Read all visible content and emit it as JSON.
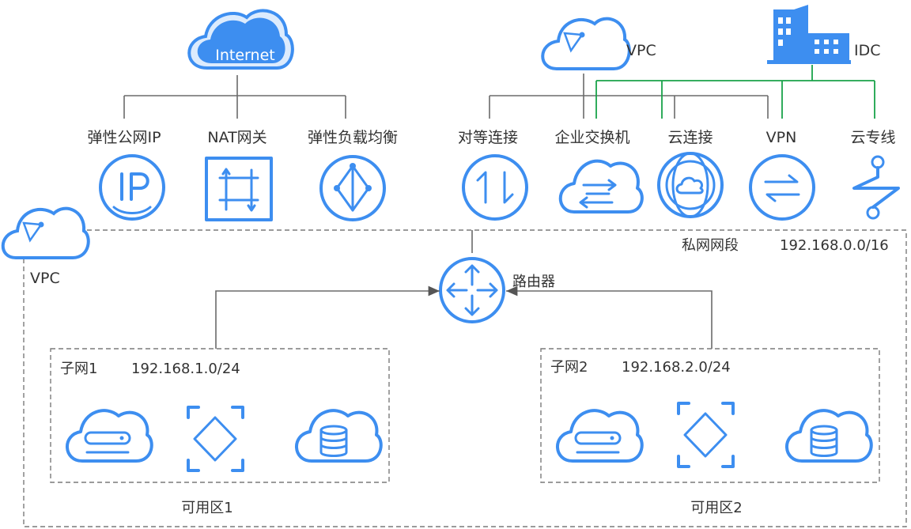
{
  "top": {
    "internet": "Internet",
    "vpc_top": "VPC",
    "idc": "IDC"
  },
  "services": {
    "eip": "弹性公网IP",
    "nat": "NAT网关",
    "elb": "弹性负载均衡",
    "peering": "对等连接",
    "er": "企业交换机",
    "cc": "云连接",
    "vpn": "VPN",
    "dc": "云专线"
  },
  "vpc": {
    "label": "VPC",
    "private_label": "私网网段",
    "private_cidr": "192.168.0.0/16",
    "router": "路由器"
  },
  "subnets": [
    {
      "name": "子网1",
      "cidr": "192.168.1.0/24",
      "az": "可用区1"
    },
    {
      "name": "子网2",
      "cidr": "192.168.2.0/24",
      "az": "可用区2"
    }
  ],
  "icons": [
    "internet-cloud-icon",
    "vpc-cloud-icon",
    "idc-building-icon",
    "ip-icon",
    "nat-gateway-icon",
    "load-balancer-icon",
    "peering-icon",
    "enterprise-switch-icon",
    "cloud-connect-icon",
    "vpn-icon",
    "direct-connect-icon",
    "router-icon",
    "ecs-icon",
    "bms-icon",
    "database-icon"
  ]
}
